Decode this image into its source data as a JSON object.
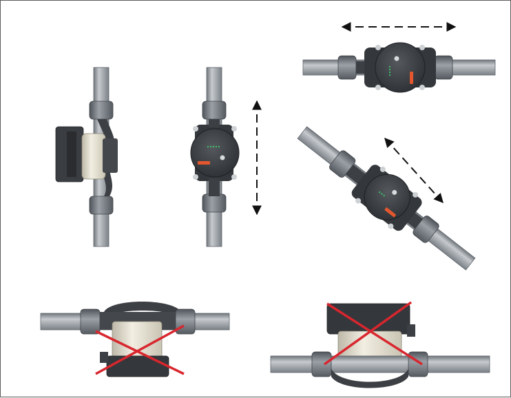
{
  "figure": {
    "views": [
      {
        "name": "vertical-side-view",
        "status": "allowed"
      },
      {
        "name": "vertical-front-view",
        "status": "allowed",
        "arrow": "vertical"
      },
      {
        "name": "horizontal-front-view",
        "status": "allowed",
        "arrow": "horizontal"
      },
      {
        "name": "diagonal-front-view",
        "status": "allowed",
        "arrow": "diagonal"
      },
      {
        "name": "motor-below-pipe",
        "status": "not-allowed"
      },
      {
        "name": "motor-above-pipe",
        "status": "not-allowed"
      }
    ],
    "colors": {
      "border": "#5a5a5a",
      "pipe": "#9ea3a8",
      "pump_body": "#3c3f43",
      "motor_ring": "#e4dfd0",
      "brand_accent": "#e4572e",
      "indicator": "#3cc46a",
      "cross": "#d9262e",
      "arrow": "#111111"
    }
  }
}
